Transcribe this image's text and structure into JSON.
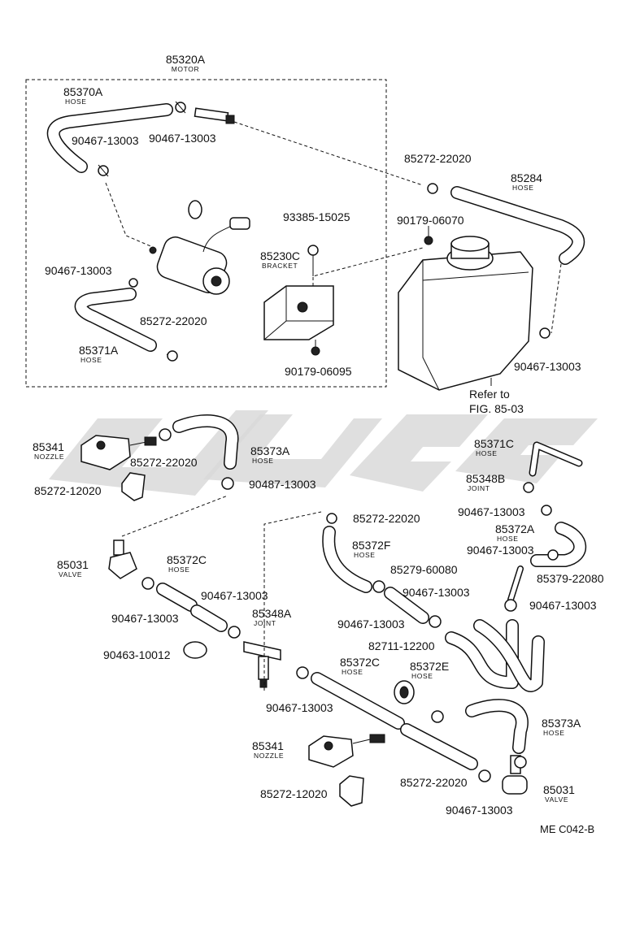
{
  "diagram": {
    "code": "ME  C042-B",
    "refer_to": [
      "Refer to",
      "FIG. 85-03"
    ],
    "labels": [
      {
        "id": "motor",
        "part": "85320A",
        "name": "MOTOR"
      },
      {
        "id": "hose-top-left",
        "part": "85370A",
        "name": "HOSE"
      },
      {
        "id": "clamp-a1",
        "part": "90467-13003",
        "name": ""
      },
      {
        "id": "clamp-a2",
        "part": "90467-13003",
        "name": ""
      },
      {
        "id": "clip-a",
        "part": "85272-22020",
        "name": ""
      },
      {
        "id": "hose-tank",
        "part": "85284",
        "name": "HOSE"
      },
      {
        "id": "grommet-a",
        "part": "90179-06070",
        "name": ""
      },
      {
        "id": "bolt",
        "part": "93385-15025",
        "name": ""
      },
      {
        "id": "bracket",
        "part": "85230C",
        "name": "BRACKET"
      },
      {
        "id": "clamp-a3",
        "part": "90467-13003",
        "name": ""
      },
      {
        "id": "clip-b",
        "part": "85272-22020",
        "name": ""
      },
      {
        "id": "hose-low-left",
        "part": "85371A",
        "name": "HOSE"
      },
      {
        "id": "grommet-b",
        "part": "90179-06095",
        "name": ""
      },
      {
        "id": "clamp-a4",
        "part": "90467-13003",
        "name": ""
      },
      {
        "id": "nozzle-1",
        "part": "85341",
        "name": "NOZZLE"
      },
      {
        "id": "clip-c",
        "part": "85272-22020",
        "name": ""
      },
      {
        "id": "hose-373a-1",
        "part": "85373A",
        "name": "HOSE"
      },
      {
        "id": "clamp-b1",
        "part": "90487-13003",
        "name": ""
      },
      {
        "id": "holder-1",
        "part": "85272-12020",
        "name": ""
      },
      {
        "id": "hose-371c",
        "part": "85371C",
        "name": "HOSE"
      },
      {
        "id": "joint-b",
        "part": "85348B",
        "name": "JOINT"
      },
      {
        "id": "clamp-b2",
        "part": "90467-13003",
        "name": ""
      },
      {
        "id": "hose-372a",
        "part": "85372A",
        "name": "HOSE"
      },
      {
        "id": "clamp-b3",
        "part": "90467-13003",
        "name": ""
      },
      {
        "id": "clip-d",
        "part": "85379-22080",
        "name": ""
      },
      {
        "id": "clamp-b4",
        "part": "90467-13003",
        "name": ""
      },
      {
        "id": "clip-e",
        "part": "85272-22020",
        "name": ""
      },
      {
        "id": "hose-372f",
        "part": "85372F",
        "name": "HOSE"
      },
      {
        "id": "valve-1",
        "part": "85031",
        "name": "VALVE"
      },
      {
        "id": "hose-372c-1",
        "part": "85372C",
        "name": "HOSE"
      },
      {
        "id": "pipe-1",
        "part": "85279-60080",
        "name": ""
      },
      {
        "id": "clamp-c1",
        "part": "90467-13003",
        "name": ""
      },
      {
        "id": "clamp-c2",
        "part": "90467-13003",
        "name": ""
      },
      {
        "id": "joint-a",
        "part": "85348A",
        "name": "JOINT"
      },
      {
        "id": "clamp-c3",
        "part": "90467-13003",
        "name": ""
      },
      {
        "id": "clamp-c4",
        "part": "90467-13003",
        "name": ""
      },
      {
        "id": "cap",
        "part": "90463-10012",
        "name": ""
      },
      {
        "id": "grommet-c",
        "part": "82711-12200",
        "name": ""
      },
      {
        "id": "hose-372c-2",
        "part": "85372C",
        "name": "HOSE"
      },
      {
        "id": "hose-372e",
        "part": "85372E",
        "name": "HOSE"
      },
      {
        "id": "clamp-c5",
        "part": "90467-13003",
        "name": ""
      },
      {
        "id": "hose-373a-2",
        "part": "85373A",
        "name": "HOSE"
      },
      {
        "id": "nozzle-2",
        "part": "85341",
        "name": "NOZZLE"
      },
      {
        "id": "clip-f",
        "part": "85272-22020",
        "name": ""
      },
      {
        "id": "valve-2",
        "part": "85031",
        "name": "VALVE"
      },
      {
        "id": "holder-2",
        "part": "85272-12020",
        "name": ""
      },
      {
        "id": "clamp-c6",
        "part": "90467-13003",
        "name": ""
      }
    ]
  }
}
